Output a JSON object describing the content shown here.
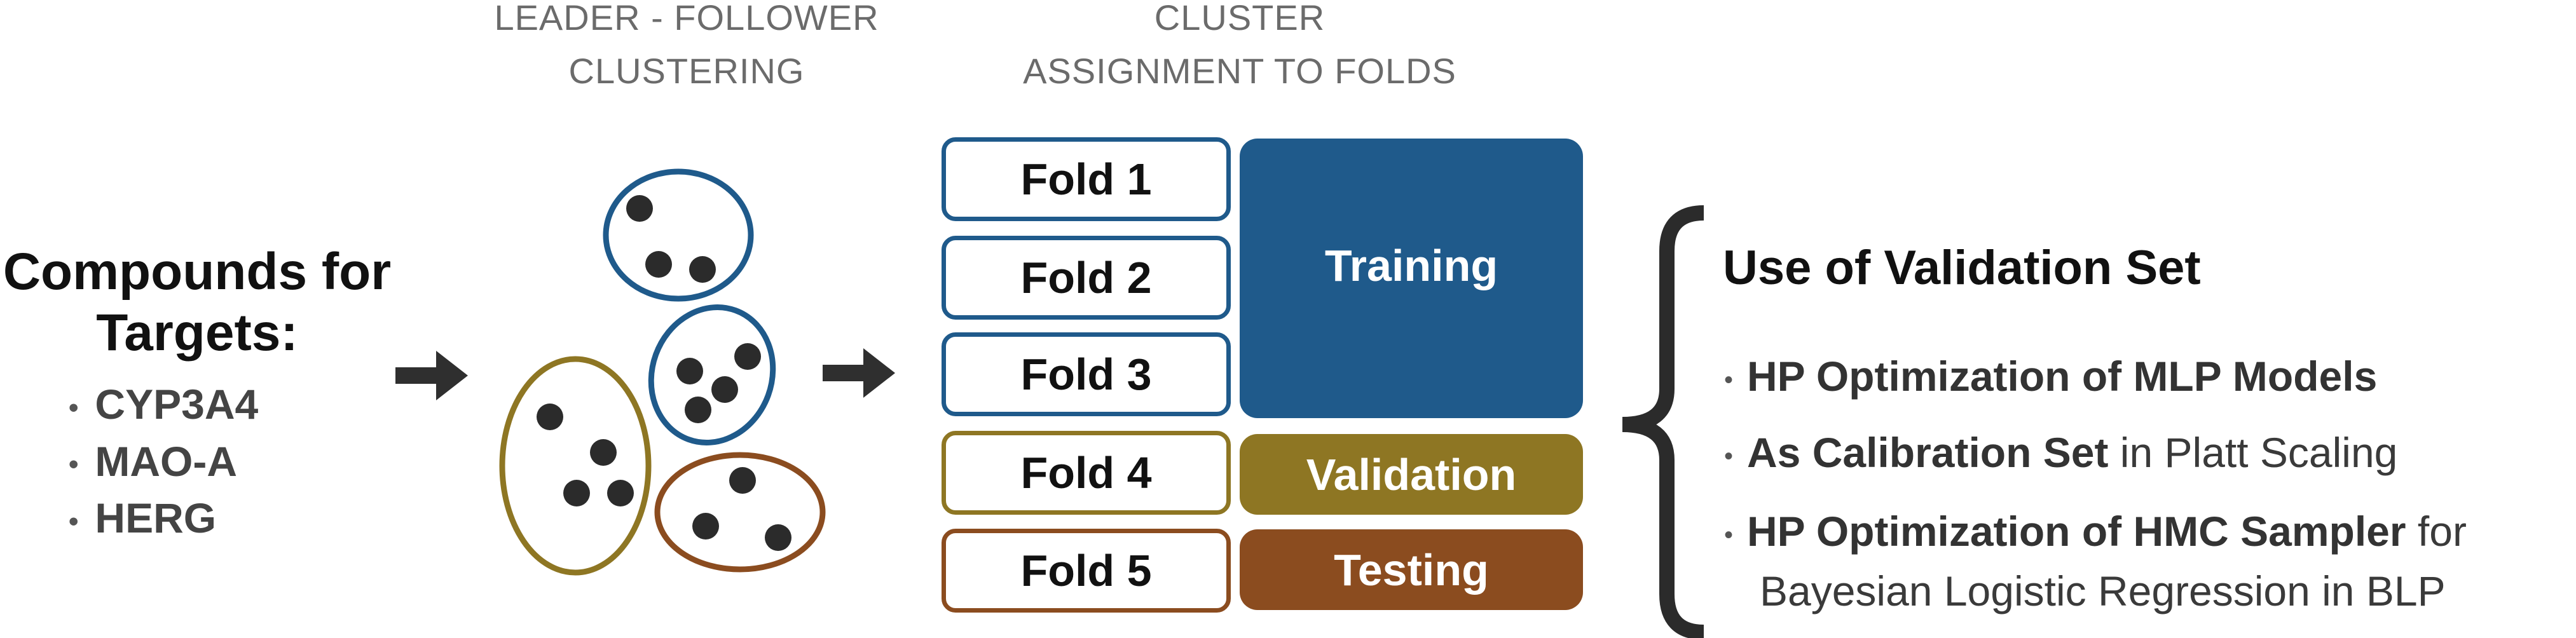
{
  "headings": {
    "clustering": [
      "LEADER - FOLLOWER",
      "CLUSTERING"
    ],
    "assignment": [
      "CLUSTER",
      "ASSIGNMENT TO FOLDS"
    ]
  },
  "compounds": {
    "title_line1": "Compounds for",
    "title_line2": "Targets:",
    "targets": [
      "CYP3A4",
      "MAO-A",
      "HERG"
    ]
  },
  "folds": [
    "Fold 1",
    "Fold 2",
    "Fold 3",
    "Fold 4",
    "Fold 5"
  ],
  "splits": {
    "training": "Training",
    "validation": "Validation",
    "testing": "Testing"
  },
  "validation_use": {
    "title": "Use of Validation Set",
    "item1_bold": "HP Optimization of MLP Models",
    "item2_bold": "As Calibration Set",
    "item2_rest": " in Platt Scaling",
    "item3_bold": "HP Optimization of HMC Sampler",
    "item3_rest": " for",
    "item3_line2": "Bayesian Logistic Regression in BLP"
  },
  "colors": {
    "blue": "#1f5a8b",
    "olive": "#8e7623",
    "brown": "#8b4c1f",
    "dot": "#2b2b2b",
    "arrow": "#2f2f2f"
  }
}
